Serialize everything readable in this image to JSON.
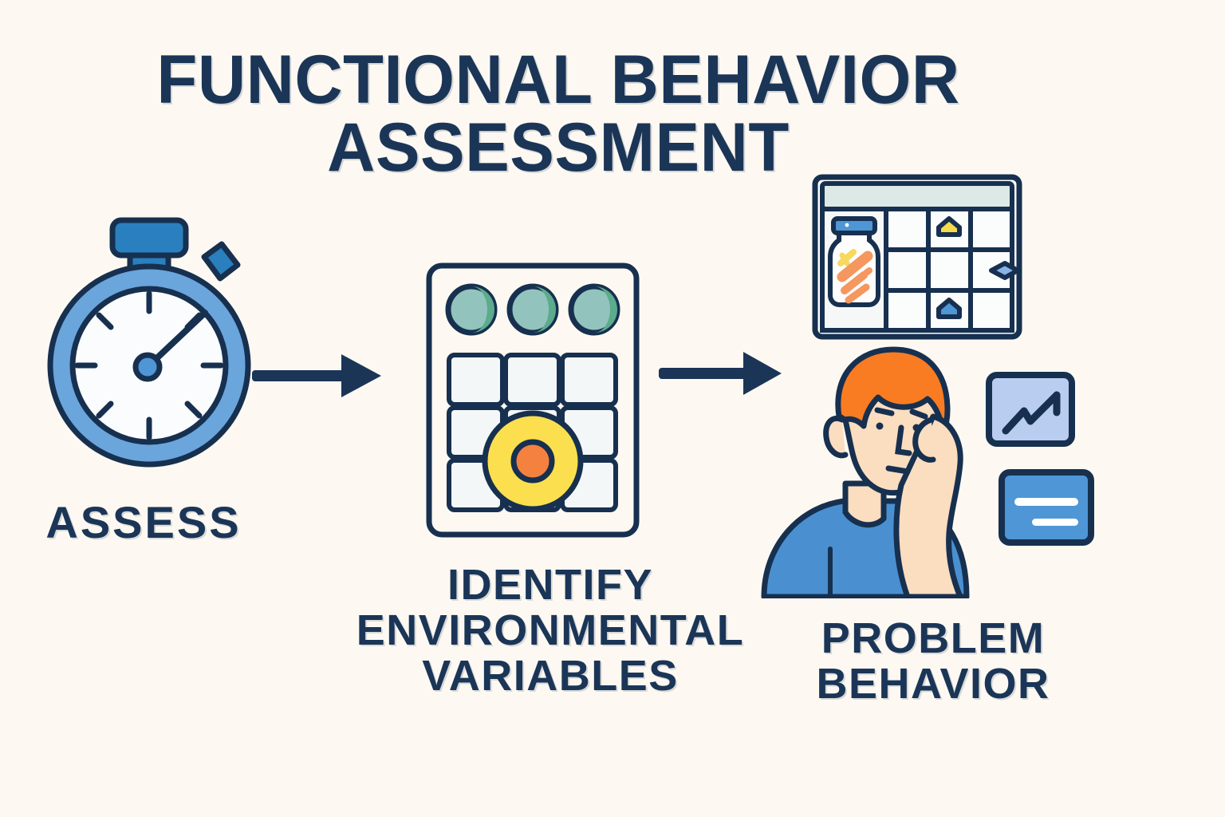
{
  "page": {
    "background_color": "#fdf9f2",
    "ink_color": "#1b3557",
    "title_lines": [
      "FUNCTIONAL BEHAVIOR",
      "ASSESSMENT"
    ]
  },
  "title": {
    "line1": "FUNCTIONAL BEHAVIOR",
    "line2": "ASSESSMENT"
  },
  "steps": [
    {
      "id": "assess",
      "caption_lines": [
        "ASSESS"
      ],
      "icon": "stopwatch-icon"
    },
    {
      "id": "identify-environmental-variables",
      "caption_lines": [
        "IDENTIFY",
        "ENVIRONMENTAL",
        "VARIABLES"
      ],
      "icon": "observation-grid-icon"
    },
    {
      "id": "problem-behavior",
      "caption_lines": [
        "PROBLEM",
        "BEHAVIOR"
      ],
      "icon": "frustrated-person-icon"
    }
  ],
  "captions": {
    "assess": {
      "line1": "ASSESS"
    },
    "identify": {
      "line1": "IDENTIFY",
      "line2": "ENVIRONMENTAL",
      "line3": "VARIABLES"
    },
    "problem": {
      "line1": "PROBLEM",
      "line2": "BEHAVIOR"
    }
  },
  "connectors": [
    {
      "name": "arrow-assess-to-identify",
      "direction": "right"
    },
    {
      "name": "arrow-identify-to-problem",
      "direction": "right"
    }
  ],
  "colors": {
    "background": "#fdf9f2",
    "navy": "#1b3557",
    "outline_navy": "#17304f",
    "blue_mid": "#6aa5dc",
    "blue_deep": "#2a7fbe",
    "blue_shirt": "#4a90d1",
    "blue_card": "#4e96d6",
    "lavender_card": "#b9cdf0",
    "teal_light": "#93c3bd",
    "teal_green": "#5bab8c",
    "yellow": "#fcdf4f",
    "orange": "#f5813f",
    "hair_orange": "#f97c22",
    "skin": "#fbddc0",
    "cell_white": "#f4f7f8",
    "mint_header": "#dce9e6",
    "white": "#ffffff"
  },
  "icons": {
    "stopwatch": {
      "name": "stopwatch-icon",
      "tick_count": 8,
      "crown_label": "stopwatch-crown",
      "side_button_label": "stopwatch-side-button",
      "hand_label": "stopwatch-hand"
    },
    "observation_grid": {
      "name": "observation-grid-icon",
      "circle_count": 3,
      "grid_rows": 3,
      "grid_cols": 3,
      "marker": "yellow-ring-marker",
      "marker_core": "orange-core"
    },
    "shelf": {
      "name": "storage-shelf-icon",
      "header_label": "shelf-header-bar",
      "jar_label": "snack-jar",
      "grid_rows": 3,
      "grid_cols": 3,
      "items": [
        "yellow-house-token",
        "blue-diamond-token",
        "blue-house-token"
      ]
    },
    "person": {
      "name": "frustrated-person-icon",
      "hair": "orange-hair",
      "shirt": "blue-shirt",
      "gesture": "hand-on-cheek"
    },
    "cards": [
      {
        "name": "trend-chart-card",
        "glyph": "zigzag-up-line"
      },
      {
        "name": "data-lines-card",
        "glyph": "two-horizontal-bars"
      }
    ]
  }
}
